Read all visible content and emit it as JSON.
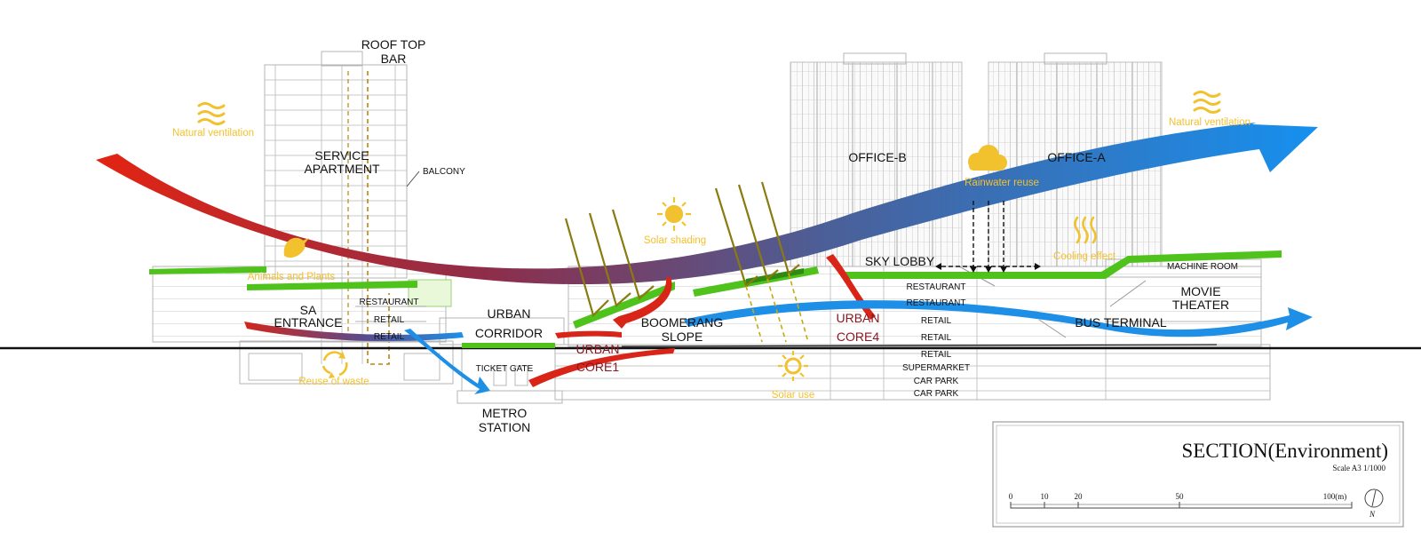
{
  "labels": {
    "roof_top_bar_1": "ROOF TOP",
    "roof_top_bar_2": "BAR",
    "service_apartment_1": "SERVICE",
    "service_apartment_2": "APARTMENT",
    "balcony": "BALCONY",
    "sa_entrance_1": "SA",
    "sa_entrance_2": "ENTRANCE",
    "restaurant_left": "RESTAURANT",
    "retail_left_1": "RETAIL",
    "retail_left_2": "RETAIL",
    "urban_corridor_1": "URBAN",
    "urban_corridor_2": "CORRIDOR",
    "ticket_gate": "TICKET GATE",
    "metro_station_1": "METRO",
    "metro_station_2": "STATION",
    "urban_core1_1": "URBAN",
    "urban_core1_2": "CORE1",
    "boomerang_slope_1": "BOOMERANG",
    "boomerang_slope_2": "SLOPE",
    "urban_core4_1": "URBAN",
    "urban_core4_2": "CORE4",
    "office_b": "OFFICE-B",
    "office_a": "OFFICE-A",
    "sky_lobby": "SKY LOBBY",
    "restaurant_r1": "RESTAURANT",
    "restaurant_r2": "RESTAURANT",
    "retail_r1": "RETAIL",
    "retail_r2": "RETAIL",
    "retail_r3": "RETAIL",
    "supermarket": "SUPERMARKET",
    "car_park_1": "CAR PARK",
    "car_park_2": "CAR PARK",
    "machine_room": "MACHINE ROOM",
    "movie_theater_1": "MOVIE",
    "movie_theater_2": "THEATER",
    "bus_terminal": "BUS TERMINAL"
  },
  "environment": {
    "natural_ventilation_left": "Natural ventilation",
    "natural_ventilation_right": "Natural ventilation",
    "animals_and_plants": "Animals and Plants",
    "reuse_of_waste": "Reuse of waste",
    "solar_shading": "Solar shading",
    "rainwater_reuse": "Rainwater reuse",
    "cooling_effect": "Cooling effect",
    "solar_use": "Solar use"
  },
  "title_block": {
    "title": "SECTION(Environment)",
    "scale": "Scale A3 1/1000",
    "ticks": [
      "0",
      "10",
      "20",
      "50",
      "100(m)"
    ],
    "north": "N"
  },
  "colors": {
    "green_roof": "#4fc21c",
    "warm_air": "#e32411",
    "cool_air": "#1e8fe6",
    "environment": "#f2c12e",
    "core_text": "#8a1620"
  },
  "icons": [
    "waves-icon",
    "sun-icon",
    "cloud-icon",
    "heat-waves-icon",
    "bird-icon",
    "recycle-icon"
  ]
}
